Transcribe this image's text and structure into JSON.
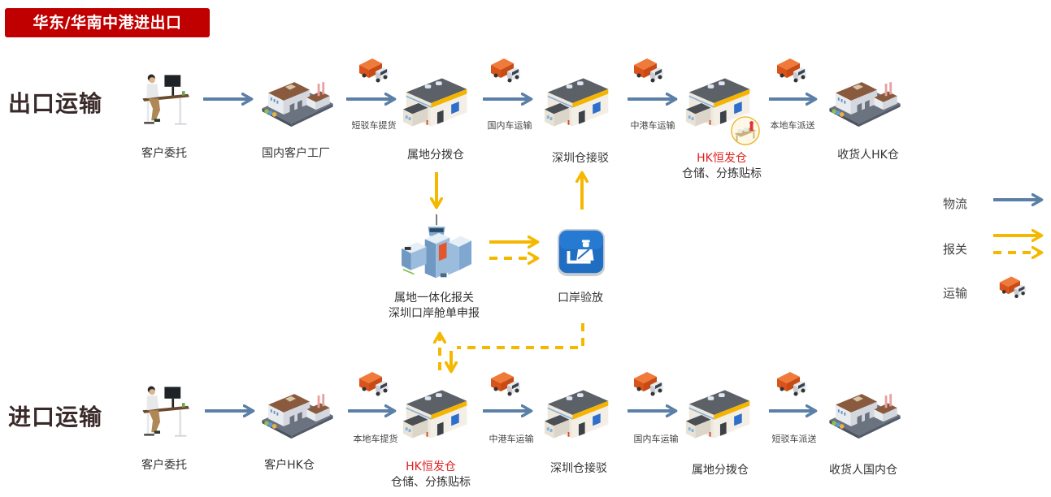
{
  "title": "华东/华南中港进出口",
  "colors": {
    "title_bg": "#c00000",
    "logistics_arrow": "#5b7fa6",
    "customs_arrow": "#f5b800",
    "highlight_text": "#e02020",
    "row_label": "#3b2a2a"
  },
  "export_row": {
    "label": "出口运输",
    "nodes": [
      {
        "icon": "person-at-desk-icon",
        "label": "客户委托"
      },
      {
        "icon": "factory-icon",
        "label": "国内客户工厂"
      },
      {
        "icon": "warehouse-icon",
        "label": "属地分拨仓"
      },
      {
        "icon": "warehouse-icon",
        "label": "深圳仓接驳"
      },
      {
        "icon": "warehouse-icon",
        "label_highlight": "HK恒发仓",
        "label": "仓储、分拣贴标"
      },
      {
        "icon": "factory-icon",
        "label": "收货人HK仓"
      }
    ],
    "edges": [
      {
        "label": "",
        "truck": false
      },
      {
        "label": "短驳车提货",
        "truck": true
      },
      {
        "label": "国内车运输",
        "truck": true
      },
      {
        "label": "中港车运输",
        "truck": true
      },
      {
        "label": "本地车派送",
        "truck": true
      }
    ]
  },
  "customs": {
    "declaration_node": {
      "icon": "customs-building-icon",
      "line1": "属地一体化报关",
      "line2": "深圳口岸舱单申报"
    },
    "inspection_node": {
      "icon": "customs-officer-icon",
      "label": "口岸验放"
    }
  },
  "import_row": {
    "label": "进口运输",
    "nodes": [
      {
        "icon": "person-at-desk-icon",
        "label": "客户委托"
      },
      {
        "icon": "factory-icon",
        "label": "客户HK仓"
      },
      {
        "icon": "warehouse-icon",
        "label_highlight": "HK恒发仓",
        "label": "仓储、分拣贴标"
      },
      {
        "icon": "warehouse-icon",
        "label": "深圳仓接驳"
      },
      {
        "icon": "warehouse-icon",
        "label": "属地分拨仓"
      },
      {
        "icon": "factory-icon",
        "label": "收货人国内仓"
      }
    ],
    "edges": [
      {
        "label": "",
        "truck": false
      },
      {
        "label": "本地车提货",
        "truck": true
      },
      {
        "label": "中港车运输",
        "truck": true
      },
      {
        "label": "国内车运输",
        "truck": true
      },
      {
        "label": "短驳车派送",
        "truck": true
      }
    ]
  },
  "legend": {
    "logistics": "物流",
    "customs": "报关",
    "transport": "运输"
  }
}
